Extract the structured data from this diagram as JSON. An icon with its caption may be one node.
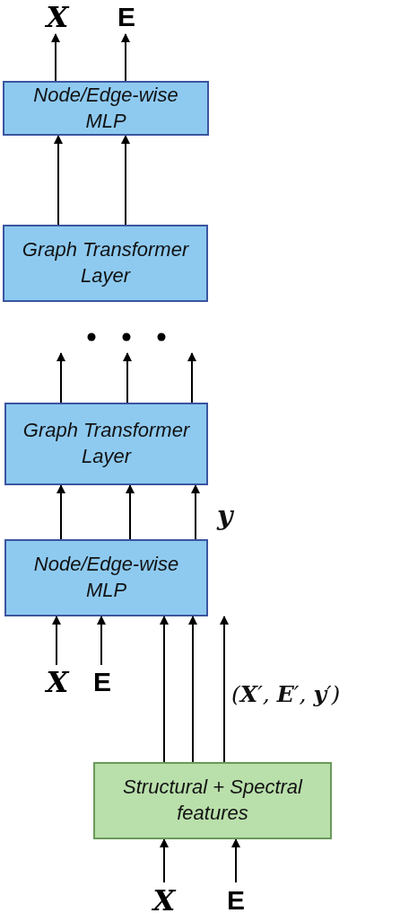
{
  "diagram": {
    "nodes": [
      {
        "text": [
          "X"
        ]
      },
      {
        "text": [
          "E"
        ]
      },
      {
        "text": [
          "Node/Edge-wise MLP"
        ]
      },
      {
        "text": [
          "Graph Transformer Layer"
        ]
      },
      {
        "text": [
          "Graph Transformer Layer"
        ]
      },
      {
        "text": [
          "Node/Edge-wise MLP"
        ]
      },
      {
        "text": [
          "X"
        ]
      },
      {
        "text": [
          "E"
        ]
      },
      {
        "text": [
          "Structural + Spectral features"
        ]
      },
      {
        "text": [
          "X"
        ]
      },
      {
        "text": [
          "E"
        ]
      }
    ],
    "edges": [
      {
        "from": 2,
        "to": 0,
        "arrow": "to"
      },
      {
        "from": 2,
        "to": 1,
        "arrow": "to"
      },
      {
        "from": 3,
        "to": 2,
        "arrow": "to"
      },
      {
        "from": 3,
        "to": 2,
        "arrow": "to"
      },
      {
        "from": 4,
        "to": null,
        "arrow": "to"
      },
      {
        "from": 4,
        "to": null,
        "arrow": "to"
      },
      {
        "from": 4,
        "to": null,
        "arrow": "to"
      },
      {
        "from": 5,
        "to": 4,
        "arrow": "to"
      },
      {
        "from": 5,
        "to": 4,
        "arrow": "to"
      },
      {
        "from": 5,
        "to": 4,
        "arrow": "to"
      },
      {
        "from": 6,
        "to": 5,
        "arrow": "to"
      },
      {
        "from": 7,
        "to": 5,
        "arrow": "to"
      },
      {
        "from": 8,
        "to": 5,
        "arrow": "to"
      },
      {
        "from": 8,
        "to": 5,
        "arrow": "to"
      },
      {
        "from": 8,
        "to": 5,
        "arrow": "to"
      },
      {
        "from": 9,
        "to": 8,
        "arrow": "to"
      },
      {
        "from": 10,
        "to": 8,
        "arrow": "to"
      }
    ],
    "labels": [
      "y",
      "(**X**′, **E**′, **y**′)"
    ]
  }
}
